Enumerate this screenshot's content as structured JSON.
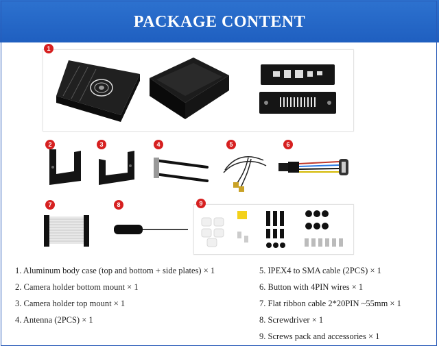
{
  "header": {
    "title": "PACKAGE CONTENT"
  },
  "badges": [
    "1",
    "2",
    "3",
    "4",
    "5",
    "6",
    "7",
    "8",
    "9"
  ],
  "items": [
    "1. Aluminum body case (top and bottom + side plates) × 1",
    "2. Camera holder bottom mount × 1",
    "3. Camera holder top mount × 1",
    "4. Antenna (2PCS) × 1",
    "5. IPEX4 to SMA cable (2PCS) × 1",
    "6. Button with 4PIN wires × 1",
    "7. Flat ribbon cable 2*20PIN ~55mm × 1",
    "8. Screwdriver × 1",
    "9. Screws pack and accessories × 1"
  ],
  "colors": {
    "banner": "#2d72cf",
    "badge": "#d62020",
    "metal": "#1a1a1a"
  }
}
